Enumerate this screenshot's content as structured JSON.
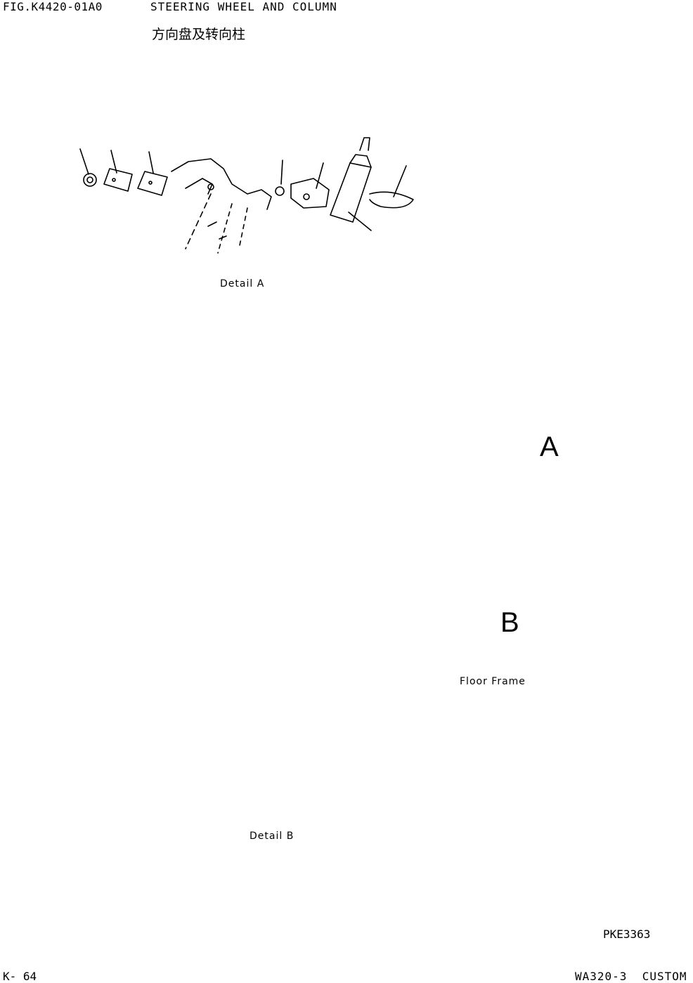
{
  "header": {
    "figure_id": "FIG.K4420-01A0",
    "title_en": "STEERING WHEEL AND COLUMN",
    "title_cn": "方向盘及转向柱"
  },
  "labels": {
    "detail_a": "Detail A",
    "detail_b": "Detail B",
    "floor_frame": "Floor Frame",
    "callout_a": "A",
    "callout_b": "B"
  },
  "footer": {
    "drawing_ref": "PKE3363",
    "page": "K- 64",
    "model": "WA320-3  CUSTOM"
  }
}
